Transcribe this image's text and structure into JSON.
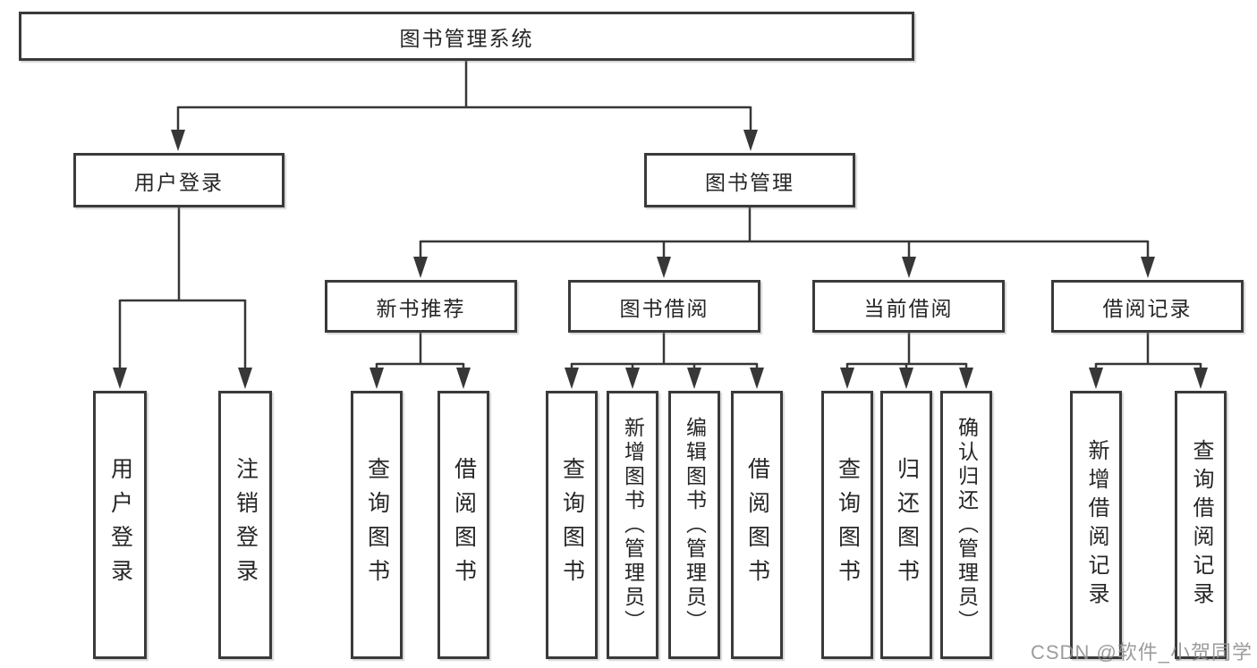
{
  "title": "图书管理系统",
  "tree": {
    "label": "图书管理系统",
    "children": [
      {
        "label": "用户登录",
        "children": [
          {
            "label": "用户登录"
          },
          {
            "label": "注销登录"
          }
        ]
      },
      {
        "label": "图书管理",
        "children": [
          {
            "label": "新书推荐",
            "children": [
              {
                "label": "查询图书"
              },
              {
                "label": "借阅图书"
              }
            ]
          },
          {
            "label": "图书借阅",
            "children": [
              {
                "label": "查询图书"
              },
              {
                "label": "新增图书（管理员）"
              },
              {
                "label": "编辑图书（管理员）"
              },
              {
                "label": "借阅图书"
              }
            ]
          },
          {
            "label": "当前借阅",
            "children": [
              {
                "label": "查询图书"
              },
              {
                "label": "归还图书"
              },
              {
                "label": "确认归还（管理员）"
              }
            ]
          },
          {
            "label": "借阅记录",
            "children": [
              {
                "label": "新增借阅记录"
              },
              {
                "label": "查询借阅记录"
              }
            ]
          }
        ]
      }
    ]
  },
  "watermark": "CSDN @软件_小贺同学",
  "colors": {
    "line": "#373737",
    "border": "#3a3a3a",
    "text": "#262626",
    "watermark": "#949494",
    "background": "#ffffff"
  }
}
